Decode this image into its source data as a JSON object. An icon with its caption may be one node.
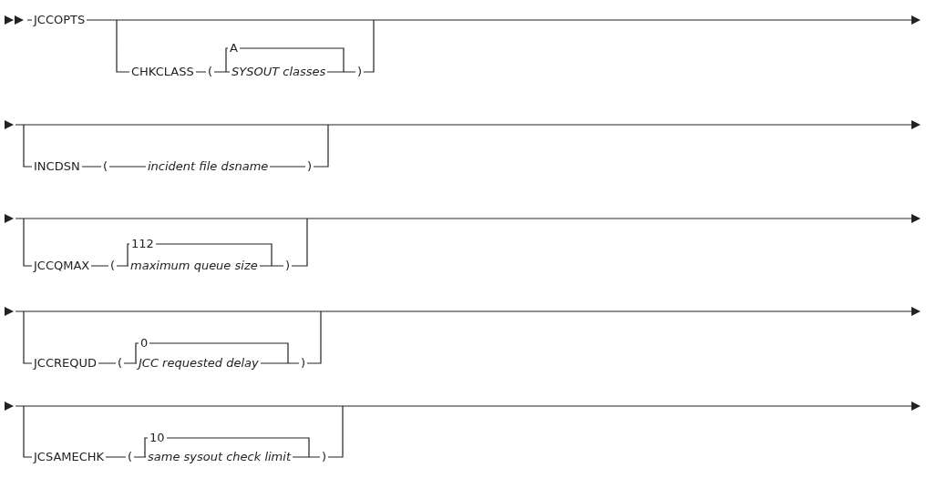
{
  "diagram": {
    "labels": [
      "JCCOPTS",
      "A",
      "CHKCLASS",
      "(",
      "SYSOUT classes",
      ")",
      "INCDSN",
      "(",
      "incident file dsname",
      ")",
      "112",
      "JCCQMAX",
      "(",
      "maximum queue size",
      ")",
      "0",
      "JCCREQUD",
      "(",
      "JCC requested delay",
      ")",
      "10",
      "JCSAMECHK",
      "(",
      "same sysout check limit",
      ")"
    ]
  }
}
